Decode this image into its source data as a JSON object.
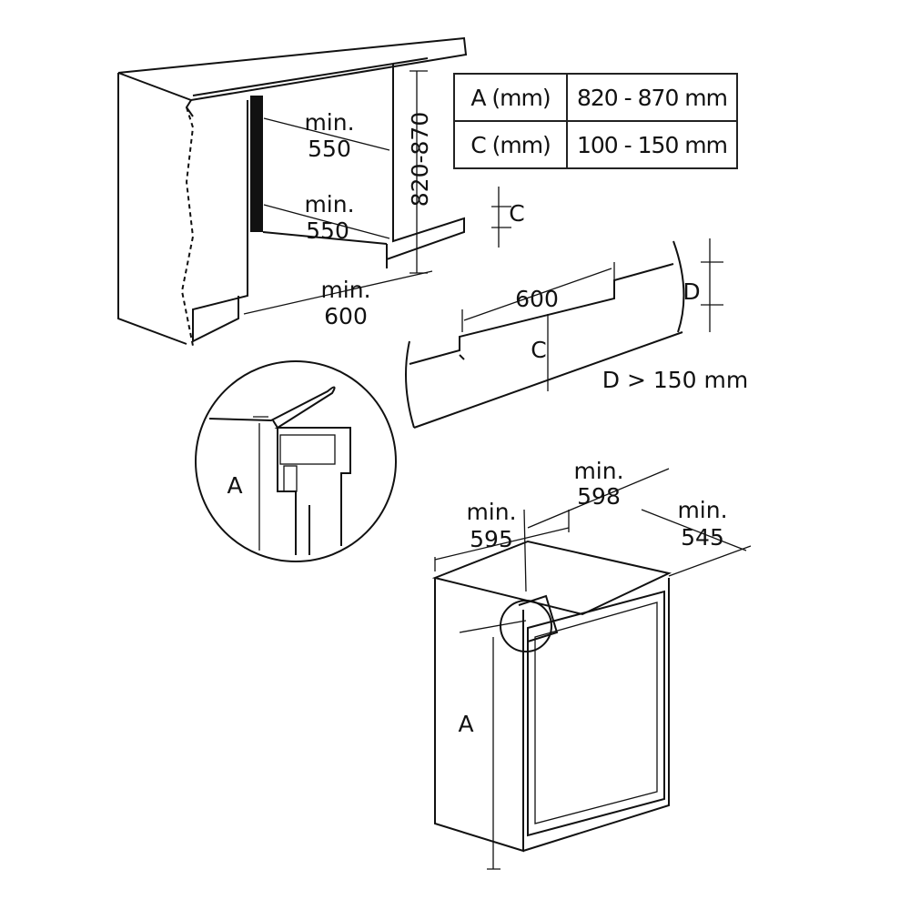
{
  "spec_table": {
    "rows": [
      {
        "key": "A (mm)",
        "value": "820 - 870 mm"
      },
      {
        "key": "C (mm)",
        "value": "100 - 150 mm"
      }
    ]
  },
  "cabinet_view": {
    "depth_top_min": "min.",
    "depth_top_value": "550",
    "depth_bottom_min": "min.",
    "depth_bottom_value": "550",
    "height_range": "820-870",
    "plinth_label": "C",
    "width_min": "min.",
    "width_value": "600"
  },
  "plinth_view": {
    "width_value": "600",
    "depth_label": "D",
    "plinth_label": "C",
    "condition": "D > 150 mm"
  },
  "detail_circle": {
    "height_label": "A"
  },
  "appliance_view": {
    "width_min": "min.",
    "width_value": "598",
    "left_min": "min.",
    "left_value": "595",
    "depth_min": "min.",
    "depth_value": "545",
    "height_label": "A"
  }
}
